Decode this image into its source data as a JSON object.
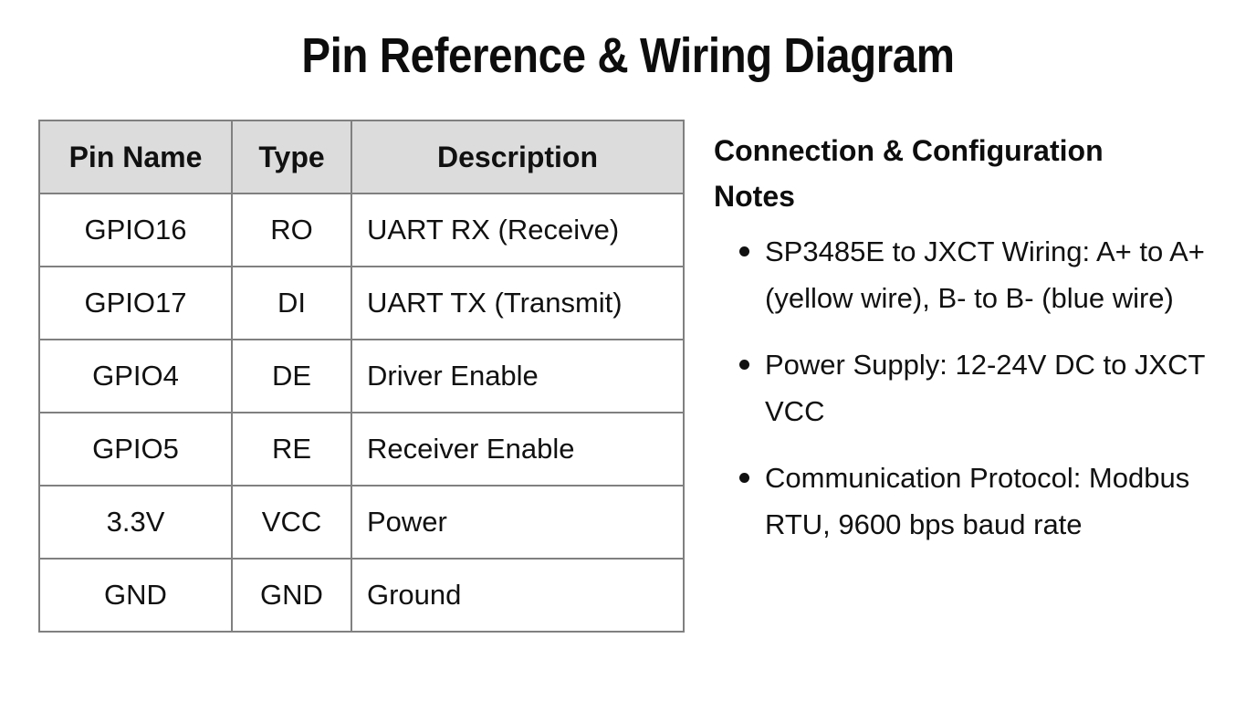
{
  "slide": {
    "title": "Pin Reference & Wiring Diagram",
    "background_color": "#ffffff",
    "text_color": "#111111"
  },
  "pin_table": {
    "name": "Pin Reference Table",
    "header_background": "#dcdcdc",
    "border_color": "#808080",
    "columns": [
      {
        "key": "pin_name",
        "label": "Pin Name",
        "align": "center"
      },
      {
        "key": "type",
        "label": "Type",
        "align": "center"
      },
      {
        "key": "description",
        "label": "Description",
        "align": "left"
      }
    ],
    "rows": [
      {
        "pin_name": "GPIO16",
        "type": "RO",
        "description": "UART RX (Receive)"
      },
      {
        "pin_name": "GPIO17",
        "type": "DI",
        "description": "UART TX (Transmit)"
      },
      {
        "pin_name": "GPIO4",
        "type": "DE",
        "description": "Driver Enable"
      },
      {
        "pin_name": "GPIO5",
        "type": "RE",
        "description": "Receiver Enable"
      },
      {
        "pin_name": "3.3V",
        "type": "VCC",
        "description": "Power"
      },
      {
        "pin_name": "GND",
        "type": "GND",
        "description": "Ground"
      }
    ]
  },
  "notes": {
    "heading": "Connection & Configuration Notes",
    "items": [
      {
        "text": "SP3485E to JXCT Wiring: A+ to A+ (yellow wire), B- to B- (blue wire)"
      },
      {
        "text": "Power Supply: 12-24V DC to JXCT VCC"
      },
      {
        "text": "Communication Protocol: Modbus RTU, 9600 bps baud rate"
      }
    ]
  }
}
